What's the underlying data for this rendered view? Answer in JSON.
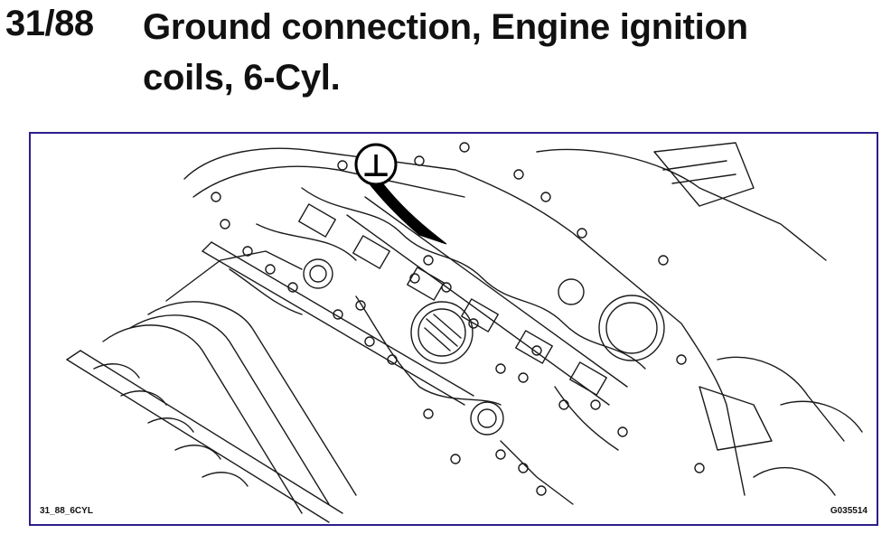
{
  "header": {
    "ref_number": "31/88",
    "title_line1": "Ground connection, Engine ignition",
    "title_line2": "coils, 6-Cyl."
  },
  "figure": {
    "callout_symbol": "⊥",
    "caption_left": "31_88_6CYL",
    "caption_right": "G035514",
    "frame_color": "#2c1f8c"
  }
}
